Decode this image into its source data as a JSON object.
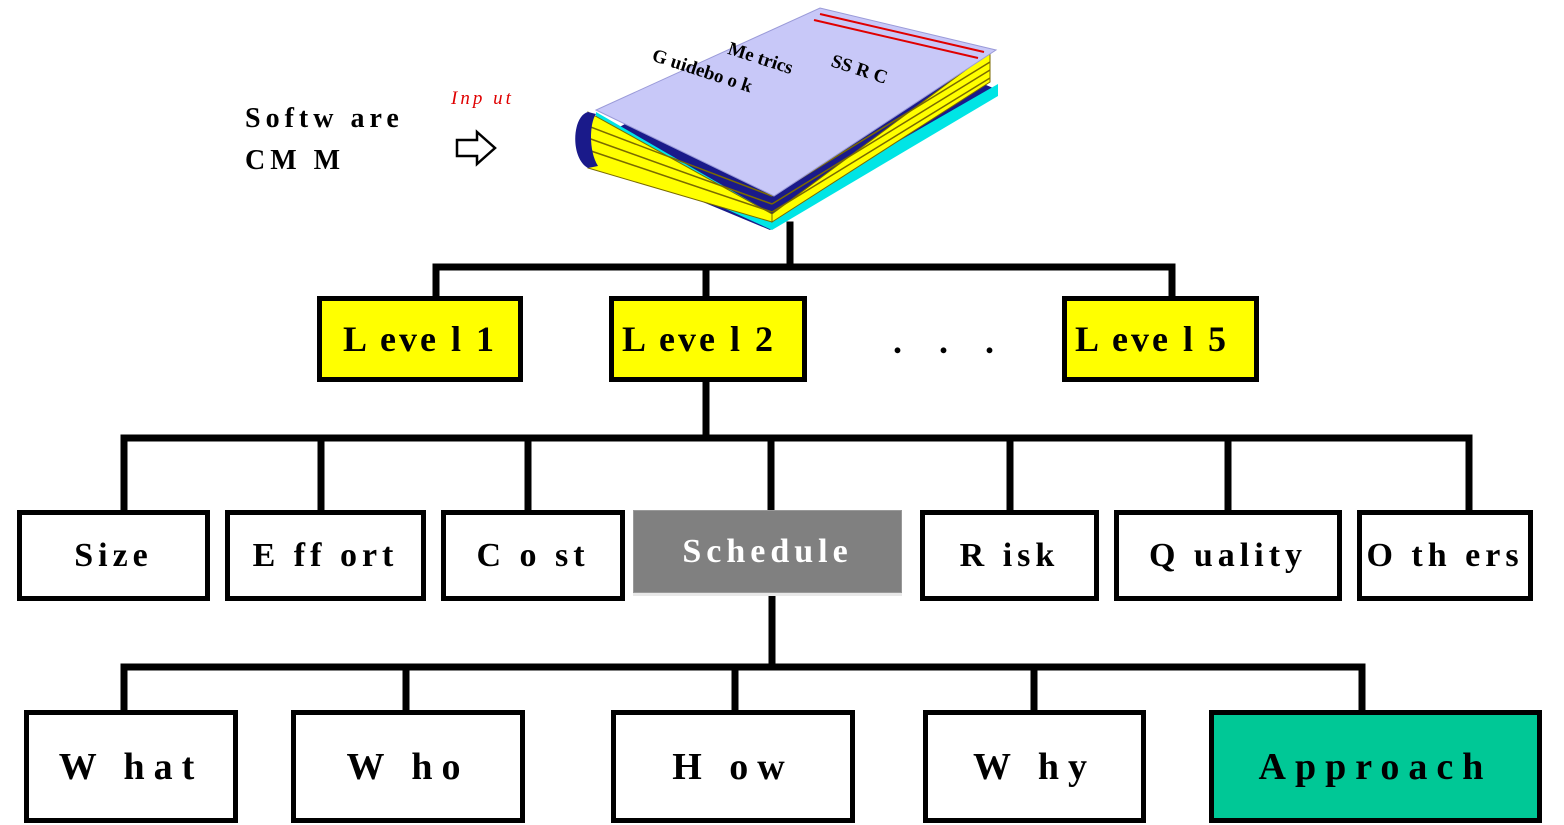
{
  "source": {
    "lines": [
      "Softw are",
      "CM M"
    ],
    "input_label": "Inp ut",
    "arrow_icon": "right-outline-arrow-icon"
  },
  "book": {
    "title_lines": [
      "SS R C",
      "Me trics",
      "G uidebo o k"
    ],
    "icon": "book-icon"
  },
  "levels": [
    {
      "label": "L eve l 1",
      "fill": "#ffff00"
    },
    {
      "label": "L eve l 2",
      "fill": "#ffff00"
    },
    {
      "label": "L eve l 5",
      "fill": "#ffff00"
    }
  ],
  "levels_ellipsis": ". . .",
  "categories": [
    {
      "label": "Size",
      "fill": "#ffffff",
      "text_color": "#000000"
    },
    {
      "label": "E ff ort",
      "fill": "#ffffff",
      "text_color": "#000000"
    },
    {
      "label": "C o st",
      "fill": "#ffffff",
      "text_color": "#000000"
    },
    {
      "label": "Schedule",
      "fill": "#808080",
      "text_color": "#ffffff"
    },
    {
      "label": "R isk",
      "fill": "#ffffff",
      "text_color": "#000000"
    },
    {
      "label": "Q uality",
      "fill": "#ffffff",
      "text_color": "#000000"
    },
    {
      "label": "O th ers",
      "fill": "#ffffff",
      "text_color": "#000000"
    }
  ],
  "subtopics": [
    {
      "label": "W hat",
      "fill": "#ffffff"
    },
    {
      "label": "W ho",
      "fill": "#ffffff"
    },
    {
      "label": "H ow",
      "fill": "#ffffff"
    },
    {
      "label": "W hy",
      "fill": "#ffffff"
    },
    {
      "label": "Approach",
      "fill": "#00c896"
    }
  ]
}
